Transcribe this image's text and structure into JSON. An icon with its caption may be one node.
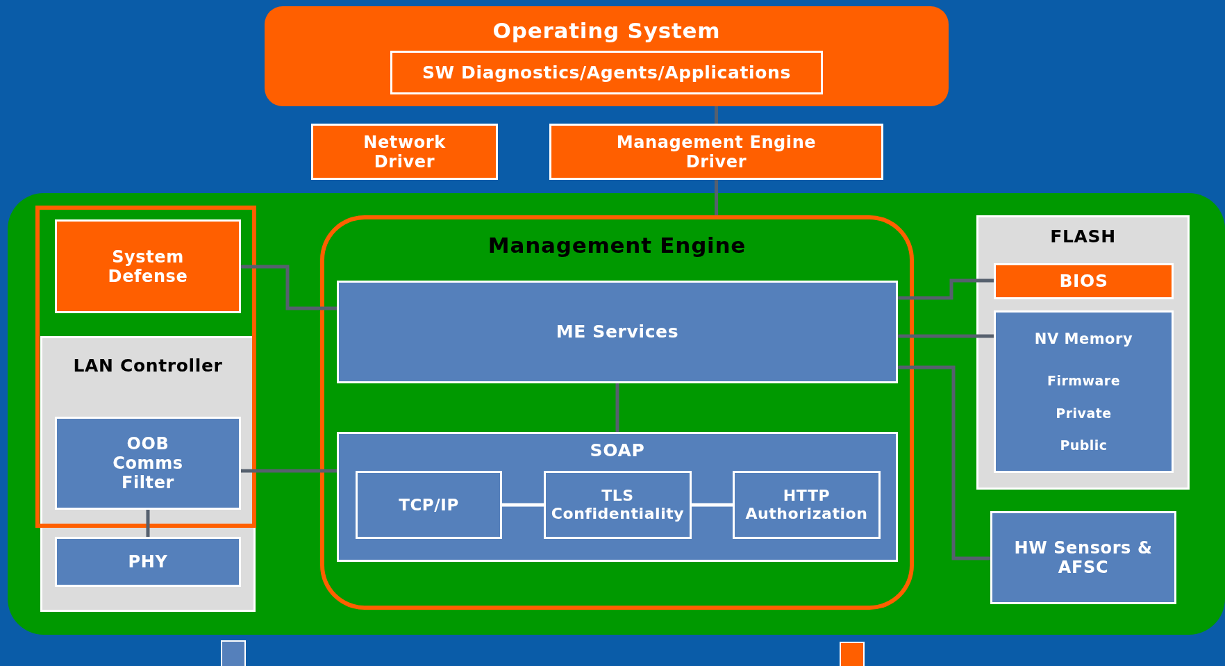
{
  "diagram": {
    "nodes": [
      {
        "text": [
          "Operating System"
        ]
      },
      {
        "text": [
          "SW Diagnostics/Agents/Applications"
        ],
        "in": 0
      },
      {
        "text": [
          "Network Driver"
        ]
      },
      {
        "text": [
          "Management Engine Driver"
        ]
      },
      {
        "text": [],
        "shape": "box"
      },
      {
        "text": [],
        "shape": "box",
        "in": 4
      },
      {
        "text": [
          "System Defense"
        ],
        "in": 5
      },
      {
        "text": [
          "LAN Controller"
        ],
        "in": 4
      },
      {
        "text": [
          "OOB Comms Filter"
        ]
      },
      {
        "text": [
          "PHY"
        ],
        "in": 7
      },
      {
        "text": [
          "Management Engine"
        ],
        "in": 4
      },
      {
        "text": [
          "ME Services"
        ],
        "in": 10
      },
      {
        "text": [
          "SOAP"
        ],
        "in": 10
      },
      {
        "text": [
          "TCP/IP"
        ],
        "in": 12
      },
      {
        "text": [
          "TLS Confidentiality"
        ],
        "in": 12
      },
      {
        "text": [
          "HTTP Authorization"
        ],
        "in": 12
      },
      {
        "text": [
          "FLASH"
        ],
        "in": 4
      },
      {
        "text": [
          "BIOS"
        ],
        "in": 16
      },
      {
        "text": [
          "NV Memory",
          "Firmware",
          "Private",
          "Public"
        ],
        "in": 16
      },
      {
        "text": [
          "HW Sensors & AFSC"
        ],
        "in": 4
      }
    ],
    "edges": [
      {
        "from": 3,
        "to": 0,
        "arrow": "none"
      },
      {
        "from": 3,
        "to": 10,
        "arrow": "none"
      },
      {
        "from": 6,
        "to": 11,
        "arrow": "none"
      },
      {
        "from": 8,
        "to": 12,
        "arrow": "none"
      },
      {
        "from": 8,
        "to": 9,
        "arrow": "none"
      },
      {
        "from": 11,
        "to": 12,
        "arrow": "none"
      },
      {
        "from": 13,
        "to": 14,
        "arrow": "none",
        "color": "#ffffff"
      },
      {
        "from": 14,
        "to": 15,
        "arrow": "none",
        "color": "#ffffff"
      },
      {
        "from": 11,
        "to": 17,
        "arrow": "none"
      },
      {
        "from": 11,
        "to": 18,
        "arrow": "none"
      },
      {
        "from": 11,
        "to": 19,
        "arrow": "none"
      }
    ]
  }
}
